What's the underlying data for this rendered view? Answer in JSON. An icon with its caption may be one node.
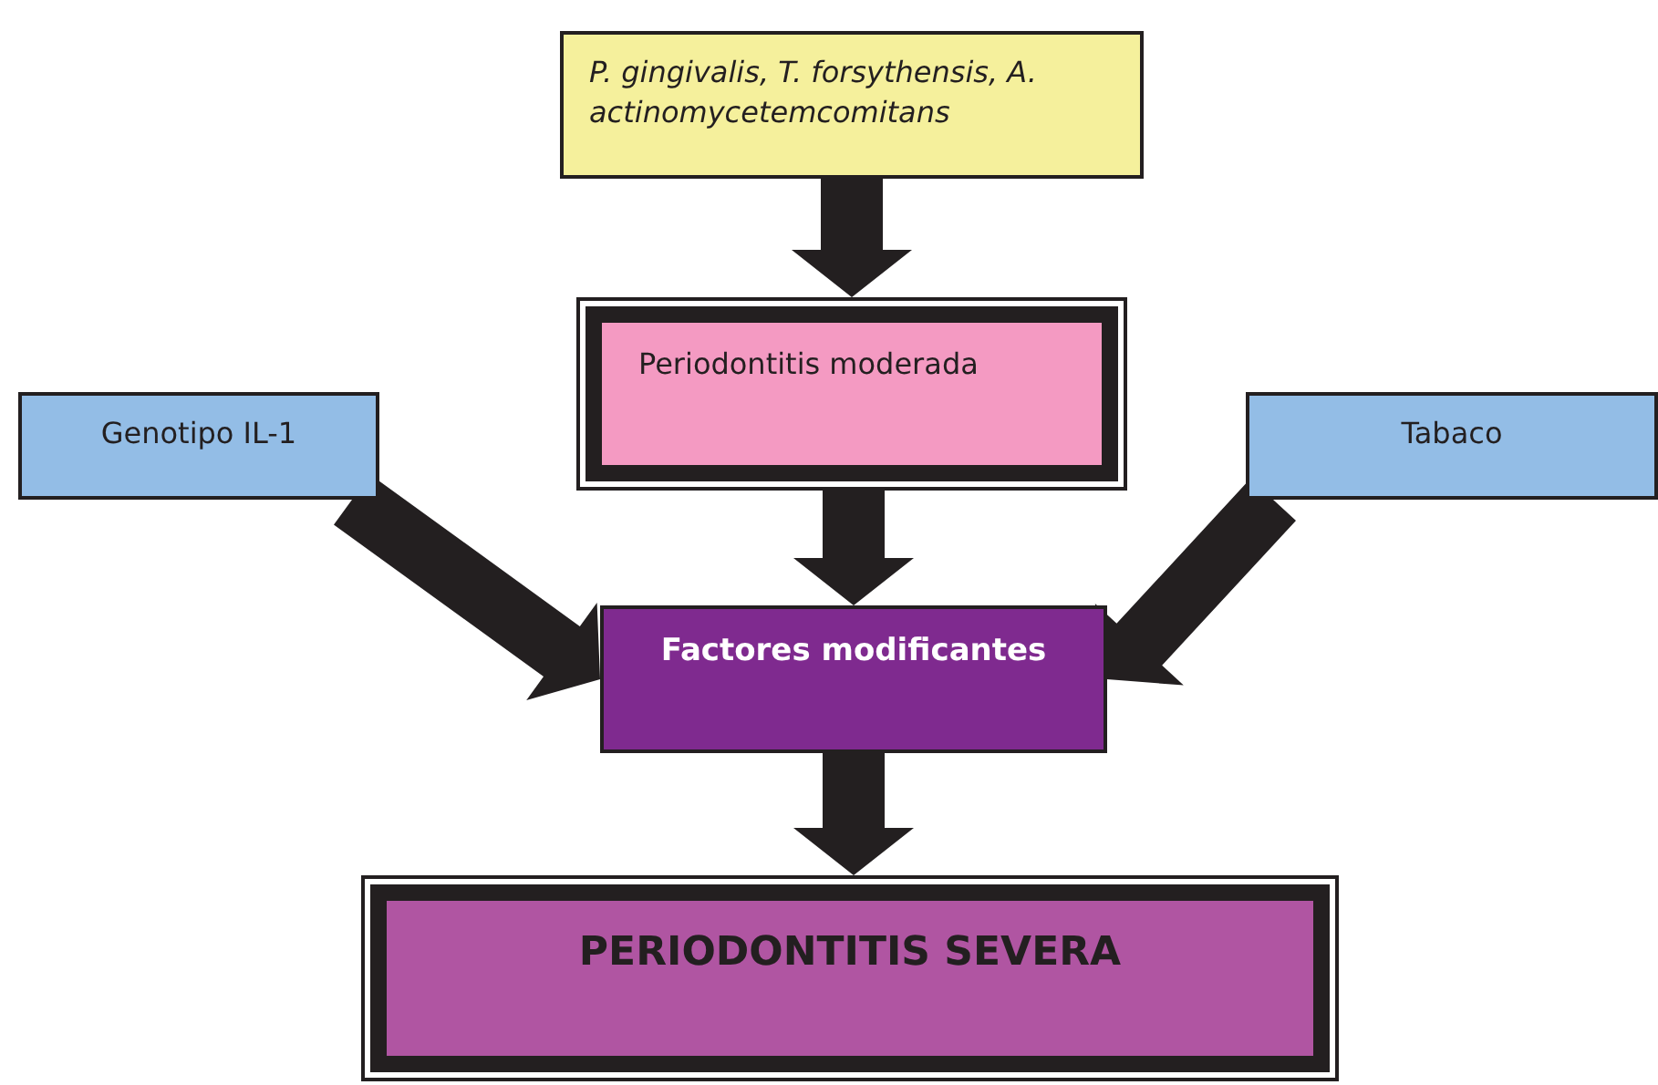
{
  "diagram": {
    "nodes": [
      {
        "text": [
          "P. gingivalis, T. forsythensis, A. actinomycetemcomitans"
        ]
      },
      {
        "text": [
          "Periodontitis moderada"
        ]
      },
      {
        "text": [
          "Genotipo IL-1"
        ]
      },
      {
        "text": [
          "Tabaco"
        ]
      },
      {
        "text": [
          "Factores modificantes"
        ]
      },
      {
        "text": [
          "PERIODONTITIS SEVERA"
        ]
      }
    ],
    "edges": [
      {
        "from": 0,
        "to": 1,
        "arrow": "to"
      },
      {
        "from": 1,
        "to": 4,
        "arrow": "to"
      },
      {
        "from": 2,
        "to": 4,
        "arrow": "to"
      },
      {
        "from": 3,
        "to": 4,
        "arrow": "to"
      },
      {
        "from": 4,
        "to": 5,
        "arrow": "to"
      }
    ]
  }
}
